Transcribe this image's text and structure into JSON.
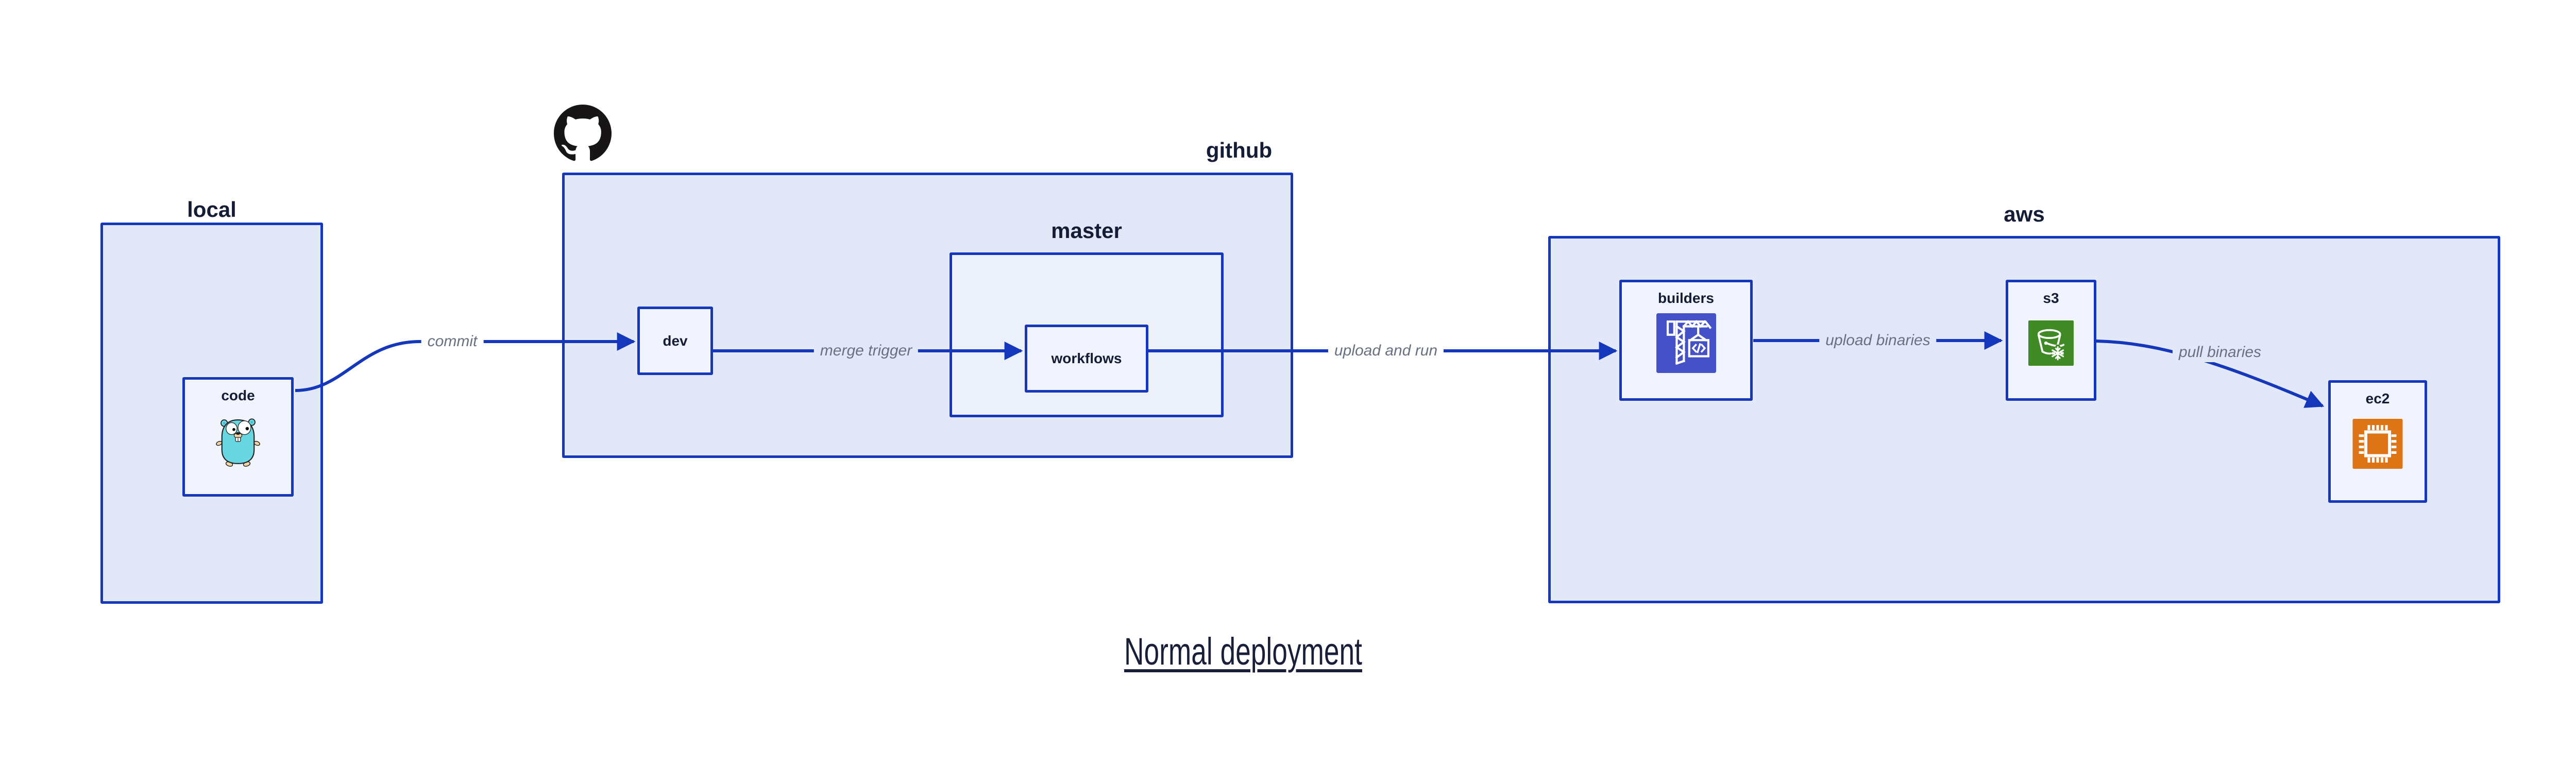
{
  "title": {
    "text": "Normal deployment"
  },
  "groups": {
    "local": {
      "label": "local"
    },
    "github": {
      "label": "github"
    },
    "master": {
      "label": "master"
    },
    "aws": {
      "label": "aws"
    }
  },
  "nodes": {
    "code": {
      "label": "code",
      "icon": "go-gopher"
    },
    "dev": {
      "label": "dev"
    },
    "workflows": {
      "label": "workflows"
    },
    "builders": {
      "label": "builders",
      "icon": "aws-codebuild-crane"
    },
    "s3": {
      "label": "s3",
      "icon": "aws-s3-glacier-bucket-snowflake"
    },
    "ec2": {
      "label": "ec2",
      "icon": "aws-ec2-chip"
    }
  },
  "edges": [
    {
      "label": "commit",
      "from": "code",
      "to": "dev"
    },
    {
      "label": "merge trigger",
      "from": "dev",
      "to": "workflows"
    },
    {
      "label": "upload and run",
      "from": "workflows",
      "to": "builders"
    },
    {
      "label": "upload binaries",
      "from": "builders",
      "to": "s3"
    },
    {
      "label": "pull binaries",
      "from": "s3",
      "to": "ec2"
    }
  ],
  "decorations": {
    "github_logo": "github-octocat-mark"
  },
  "colors": {
    "blue": "#1437bb",
    "fill_outer": "#e2e8f8",
    "fill_mid": "#ebf0fa",
    "fill_node": "#f1f4fc",
    "navy": "#141c36",
    "gray": "#697080",
    "codebuild_purple": "#4551c6",
    "s3_green": "#3f8a24",
    "ec2_orange": "#dd7517",
    "github_black": "#171515",
    "gopher_teal": "#68d7e2",
    "gopher_tan": "#f3d5a3"
  }
}
